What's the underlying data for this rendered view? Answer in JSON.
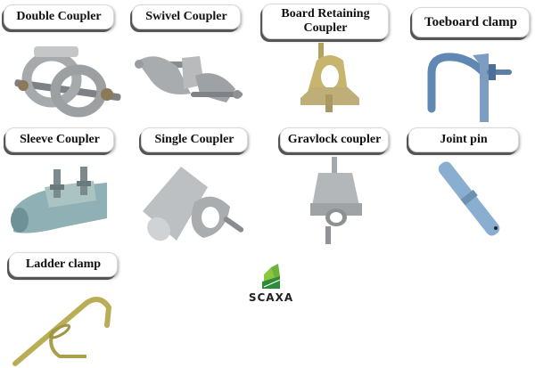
{
  "products": [
    {
      "label": "Double Coupler",
      "icon": "double-coupler-image"
    },
    {
      "label": "Swivel Coupler",
      "icon": "swivel-coupler-image"
    },
    {
      "label": "Board Retaining\nCoupler",
      "label_line1": "Board Retaining",
      "label_line2": "Coupler",
      "icon": "board-retaining-coupler-image"
    },
    {
      "label": "Toeboard clamp",
      "icon": "toeboard-clamp-image"
    },
    {
      "label": "Sleeve Coupler",
      "icon": "sleeve-coupler-image"
    },
    {
      "label": "Single Coupler",
      "icon": "single-coupler-image"
    },
    {
      "label": "Gravlock coupler",
      "icon": "gravlock-coupler-image"
    },
    {
      "label": "Joint pin",
      "icon": "joint-pin-image"
    },
    {
      "label": "Ladder clamp",
      "icon": "ladder-clamp-image"
    }
  ],
  "logo": {
    "text": "SCAXA",
    "color_dark": "#2e8b3a",
    "color_light": "#8cc63f"
  },
  "colors": {
    "steel": "#a9adb0",
    "gold": "#c9b45a",
    "blue_steel": "#6f93b8"
  }
}
